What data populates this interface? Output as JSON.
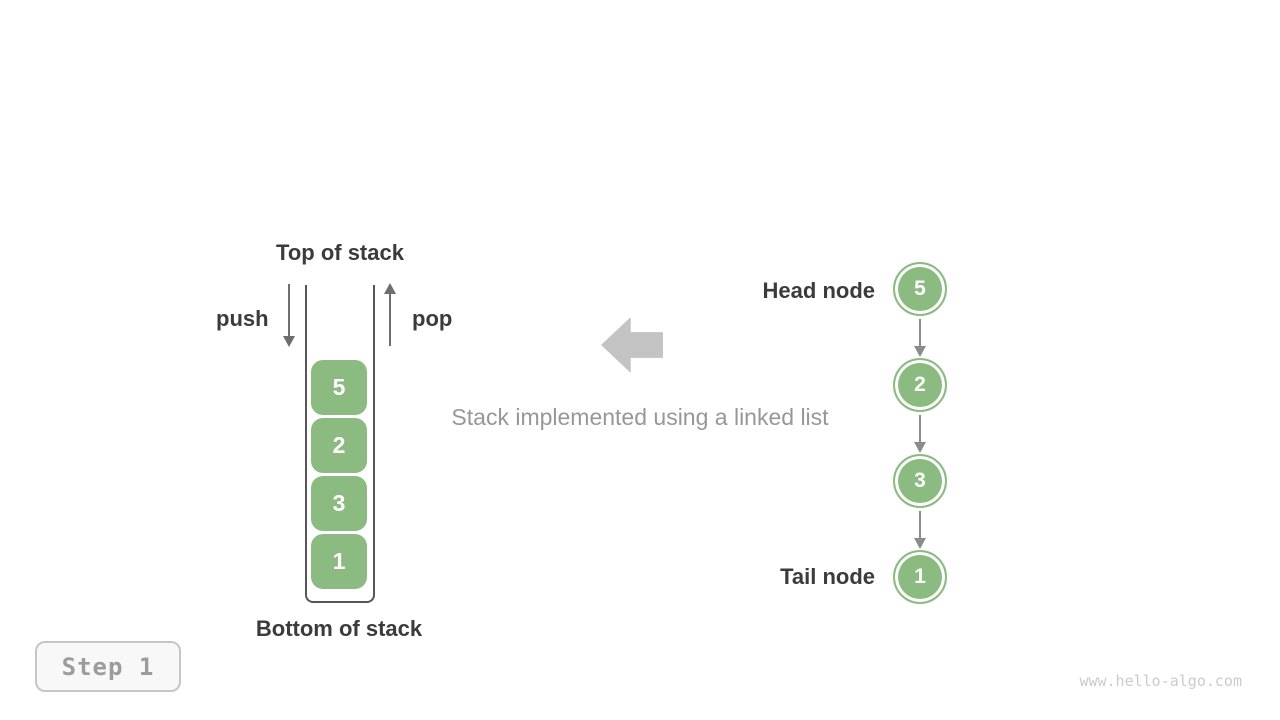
{
  "figure": {
    "caption": "Stack implemented using a linked list",
    "step_badge": "Step 1",
    "watermark": "www.hello-algo.com"
  },
  "stack": {
    "top_label": "Top of stack",
    "bottom_label": "Bottom of stack",
    "push_label": "push",
    "pop_label": "pop",
    "elements": [
      "5",
      "2",
      "3",
      "1"
    ]
  },
  "linked_list": {
    "head_label": "Head node",
    "tail_label": "Tail node",
    "nodes": [
      "5",
      "2",
      "3",
      "1"
    ]
  },
  "colors": {
    "green": "#8cbb82",
    "wall": "#565656",
    "dark_text": "#3b3b3b",
    "arrow": "#6e6e6e",
    "connector": "#8c8c8c",
    "big_arrow": "#c3c3c3",
    "caption_gray": "#979797",
    "badge_border": "#c6c6c6",
    "badge_bg": "#f8f8f8",
    "badge_text": "#9c9c9c",
    "watermark": "#cbcbcb"
  }
}
